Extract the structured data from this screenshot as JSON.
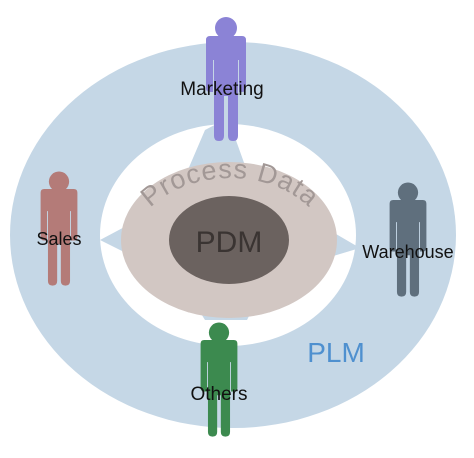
{
  "diagram": {
    "core_label": "PDM",
    "middle_label": "Process Data",
    "outer_label": "PLM",
    "nodes": [
      {
        "id": "marketing",
        "label": "Marketing",
        "color": "#8b83d6"
      },
      {
        "id": "sales",
        "label": "Sales",
        "color": "#b47b78"
      },
      {
        "id": "warehouse",
        "label": "Warehouse",
        "color": "#5f6f7d"
      },
      {
        "id": "others",
        "label": "Others",
        "color": "#3c8a4f"
      }
    ]
  },
  "colors": {
    "ring": "#c5d7e6",
    "middle": "#d2c7c3",
    "core": "#6b625f",
    "core_text": "#3a3432",
    "middle_text": "#a29896",
    "plm_text": "#4f90cf"
  }
}
